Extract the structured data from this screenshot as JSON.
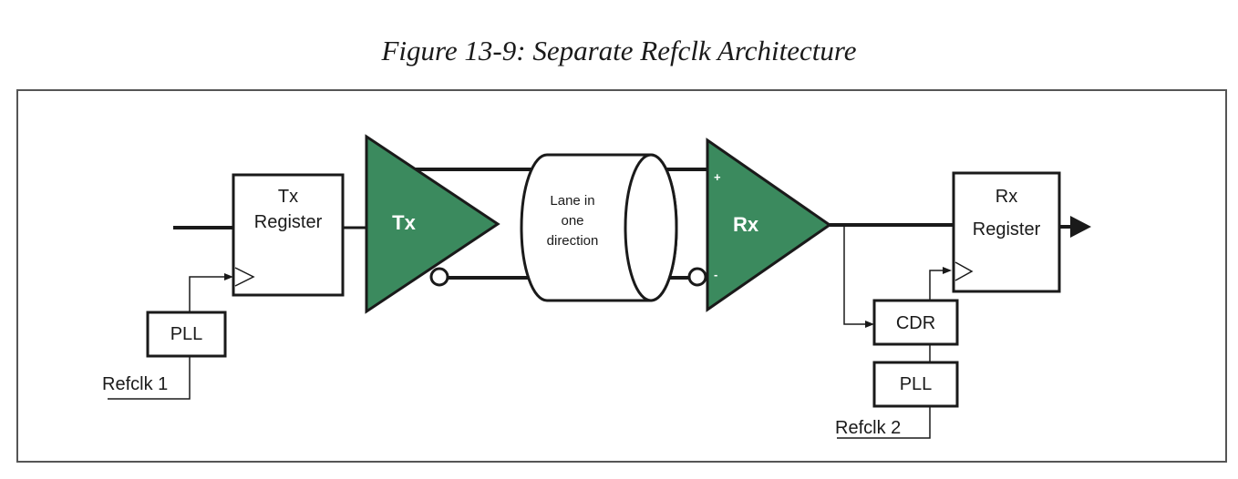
{
  "figure": {
    "caption": "Figure 13-9: Separate Refclk Architecture"
  },
  "diagram": {
    "tx_register": {
      "line1": "Tx",
      "line2": "Register"
    },
    "rx_register": {
      "line1": "Rx",
      "line2": "Register"
    },
    "tx_driver_label": "Tx",
    "rx_receiver_label": "Rx",
    "lane": {
      "line1": "Lane in",
      "line2": "one",
      "line3": "direction"
    },
    "pll_left": "PLL",
    "pll_right": "PLL",
    "cdr": "CDR",
    "refclk1": "Refclk 1",
    "refclk2": "Refclk 2",
    "rx_plus": "+",
    "rx_minus": "-"
  },
  "colors": {
    "amplifier_fill": "#3b8a5e",
    "line": "#1a1a1a",
    "frame": "#555555"
  }
}
